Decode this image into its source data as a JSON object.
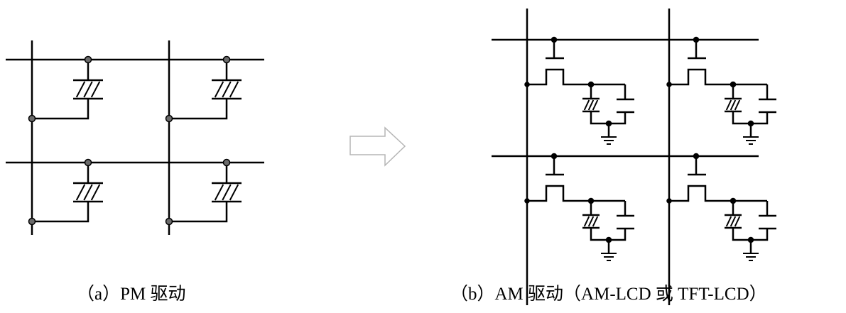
{
  "captions": {
    "pm": "（a）PM 驱动",
    "am": "（b）AM 驱动（AM-LCD 或 TFT-LCD）"
  },
  "colors": {
    "line": "#000000",
    "node": "#6b6b6b",
    "arrow": "#b5b5b5"
  },
  "pm_matrix": {
    "rows": 2,
    "cols": 2
  },
  "am_matrix": {
    "rows": 2,
    "cols": 2
  }
}
